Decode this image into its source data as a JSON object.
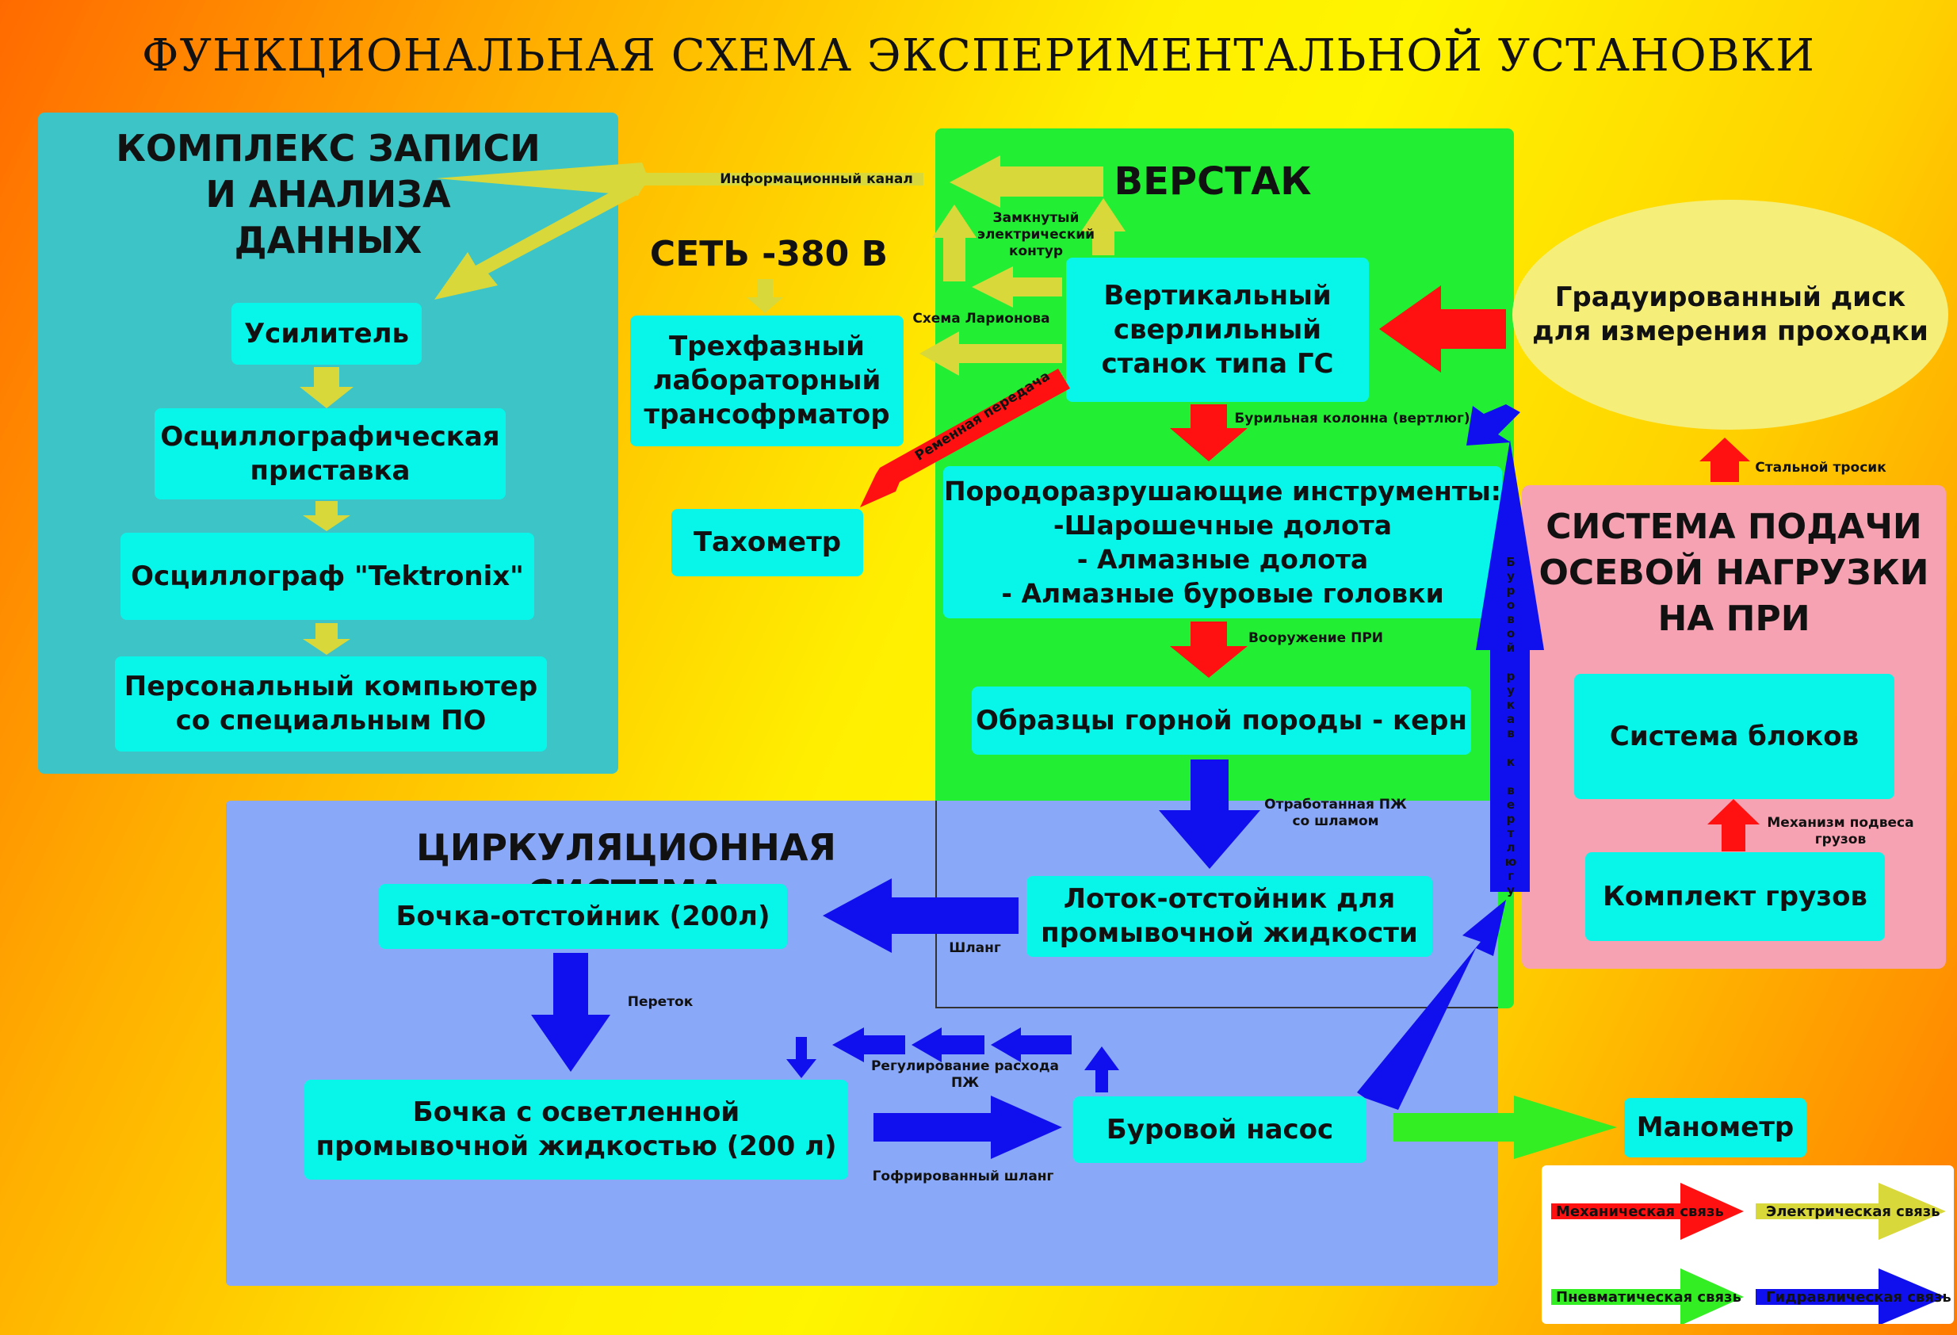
{
  "title": "ФУНКЦИОНАЛЬНАЯ СХЕМА ЭКСПЕРИМЕНТАЛЬНОЙ УСТАНОВКИ",
  "colors": {
    "mechanical": "#ff1111",
    "electrical": "#d8d83a",
    "pneumatic": "#33ee22",
    "hydraulic": "#1010ee"
  },
  "data_complex": {
    "heading": "КОМПЛЕКС ЗАПИСИ\nИ АНАЛИЗА\nДАННЫХ",
    "amplifier": "Усилитель",
    "osc_attachment": "Осциллографическая\nприставка",
    "oscilloscope": "Осциллограф \"Tektronix\"",
    "computer": "Персональный  компьютер\nсо специальным ПО"
  },
  "network": "СЕТЬ -380 В",
  "transformer": "Трехфазный\nлабораторный\nтрансофрматор",
  "tachometer": "Тахометр",
  "workbench": {
    "heading": "ВЕРСТАК",
    "drill": "Вертикальный\nсверлильный\nстанок типа ГС",
    "tools": "Породоразрушающие инструменты:\n-Шарошечные долота\n- Алмазные долота\n- Алмазные буровые головки",
    "samples": "Образцы горной породы - керн"
  },
  "disk": "Градуированный диск\nдля измерения проходки",
  "load_system": {
    "heading": "СИСТЕМА ПОДАЧИ\nОСЕВОЙ НАГРУЗКИ\nНА ПРИ",
    "blocks": "Система блоков",
    "weights": "Комплект грузов"
  },
  "circulation": {
    "heading": "ЦИРКУЛЯЦИОННАЯ СИСТЕМА",
    "settling_barrel": "Бочка-отстойник (200л)",
    "tray": "Лоток-отстойник для\nпромывочной жидкости",
    "clear_barrel": "Бочка с осветленной\nпромывочной жидкостью (200 л)",
    "pump": "Буровой насос"
  },
  "manometer": "Манометр",
  "labels": {
    "info_channel": "Информационный канал",
    "closed_circuit": "Замкнутый\nэлектрический\nконтур",
    "larionov": "Схема Ларионова",
    "belt": "Ременная передача",
    "drill_column": "Бурильная колонна (вертлюг)",
    "tool_arming": "Вооружение ПРИ",
    "used_fluid": "Отработанная ПЖ\nсо шламом",
    "hose": "Шланг",
    "overflow": "Переток",
    "flow_regulation": "Регулирование расхода\nПЖ",
    "corrugated_hose": "Гофрированный шланг",
    "steel_cable": "Стальной тросик",
    "weight_mechanism": "Механизм подвеса\nгрузов",
    "drill_sleeve": "Буровой рукав к вертлюгу"
  },
  "legend": {
    "mechanical": "Механическая связь",
    "electrical": "Электрическая связь",
    "pneumatic": "Пневматическая связь",
    "hydraulic": "Гидравлическая связь"
  }
}
